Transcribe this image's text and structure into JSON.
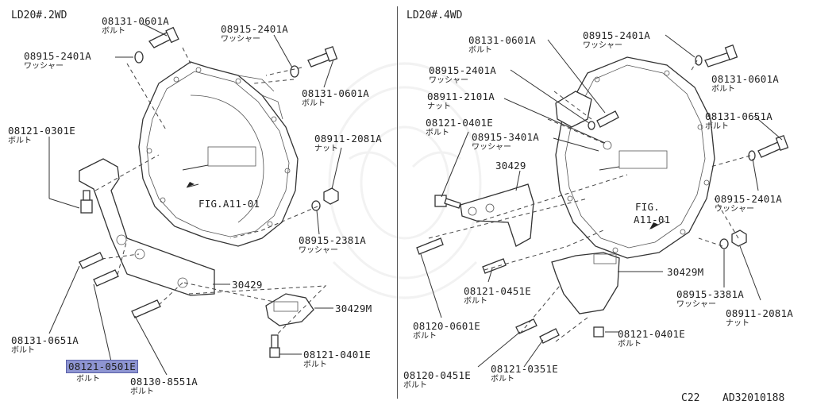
{
  "titles": {
    "left": "LD20#.2WD",
    "right": "LD20#.4WD"
  },
  "labels": {
    "L1": {
      "code": "08131-0601A",
      "sub": "ボルト"
    },
    "L2": {
      "code": "08915-2401A",
      "sub": "ワッシャー"
    },
    "L3": {
      "code": "08915-2401A",
      "sub": "ワッシャー"
    },
    "L4": {
      "code": "08131-0601A",
      "sub": "ボルト"
    },
    "L5": {
      "code": "08121-0301E",
      "sub": "ボルト"
    },
    "L6": {
      "code": "08911-2081A",
      "sub": "ナット"
    },
    "L7": {
      "code": "FIG.A11-01"
    },
    "L8": {
      "code": "08915-2381A",
      "sub": "ワッシャー"
    },
    "L9": {
      "code": "30429"
    },
    "L10": {
      "code": "30429M"
    },
    "L11": {
      "code": "08131-0651A",
      "sub": "ボルト"
    },
    "L12": {
      "code": "08121-0501E",
      "sub": "ボルト"
    },
    "L13": {
      "code": "08130-8551A",
      "sub": "ボルト"
    },
    "L14": {
      "code": "08121-0401E",
      "sub": "ボルト"
    },
    "R1": {
      "code": "08131-0601A",
      "sub": "ボルト"
    },
    "R2": {
      "code": "08915-2401A",
      "sub": "ワッシャー"
    },
    "R3": {
      "code": "08915-2401A",
      "sub": "ワッシャー"
    },
    "R4": {
      "code": "08131-0601A",
      "sub": "ボルト"
    },
    "R5": {
      "code": "08911-2101A",
      "sub": "ナット"
    },
    "R6": {
      "code": "08121-0401E",
      "sub": "ボルト"
    },
    "R7": {
      "code": "08915-3401A",
      "sub": "ワッシャー"
    },
    "R8": {
      "code": "08131-0651A",
      "sub": "ボルト"
    },
    "R9": {
      "code": "30429"
    },
    "R10": {
      "code": "FIG."
    },
    "R10b": {
      "code": "A11-01"
    },
    "R11": {
      "code": "08915-2401A",
      "sub": "ワッシャー"
    },
    "R12": {
      "code": "30429M"
    },
    "R13": {
      "code": "08121-0451E",
      "sub": "ボルト"
    },
    "R14": {
      "code": "08915-3381A",
      "sub": "ワッシャー"
    },
    "R15": {
      "code": "08911-2081A",
      "sub": "ナット"
    },
    "R16": {
      "code": "08120-0601E",
      "sub": "ボルト"
    },
    "R17": {
      "code": "08121-0401E",
      "sub": "ボルト"
    },
    "R18": {
      "code": "08120-0451E",
      "sub": "ボルト"
    },
    "R19": {
      "code": "08121-0351E",
      "sub": "ボルト"
    }
  },
  "footer": {
    "code": "C22",
    "ref": "AD32010188"
  },
  "highlight_color": "#8e95d2"
}
